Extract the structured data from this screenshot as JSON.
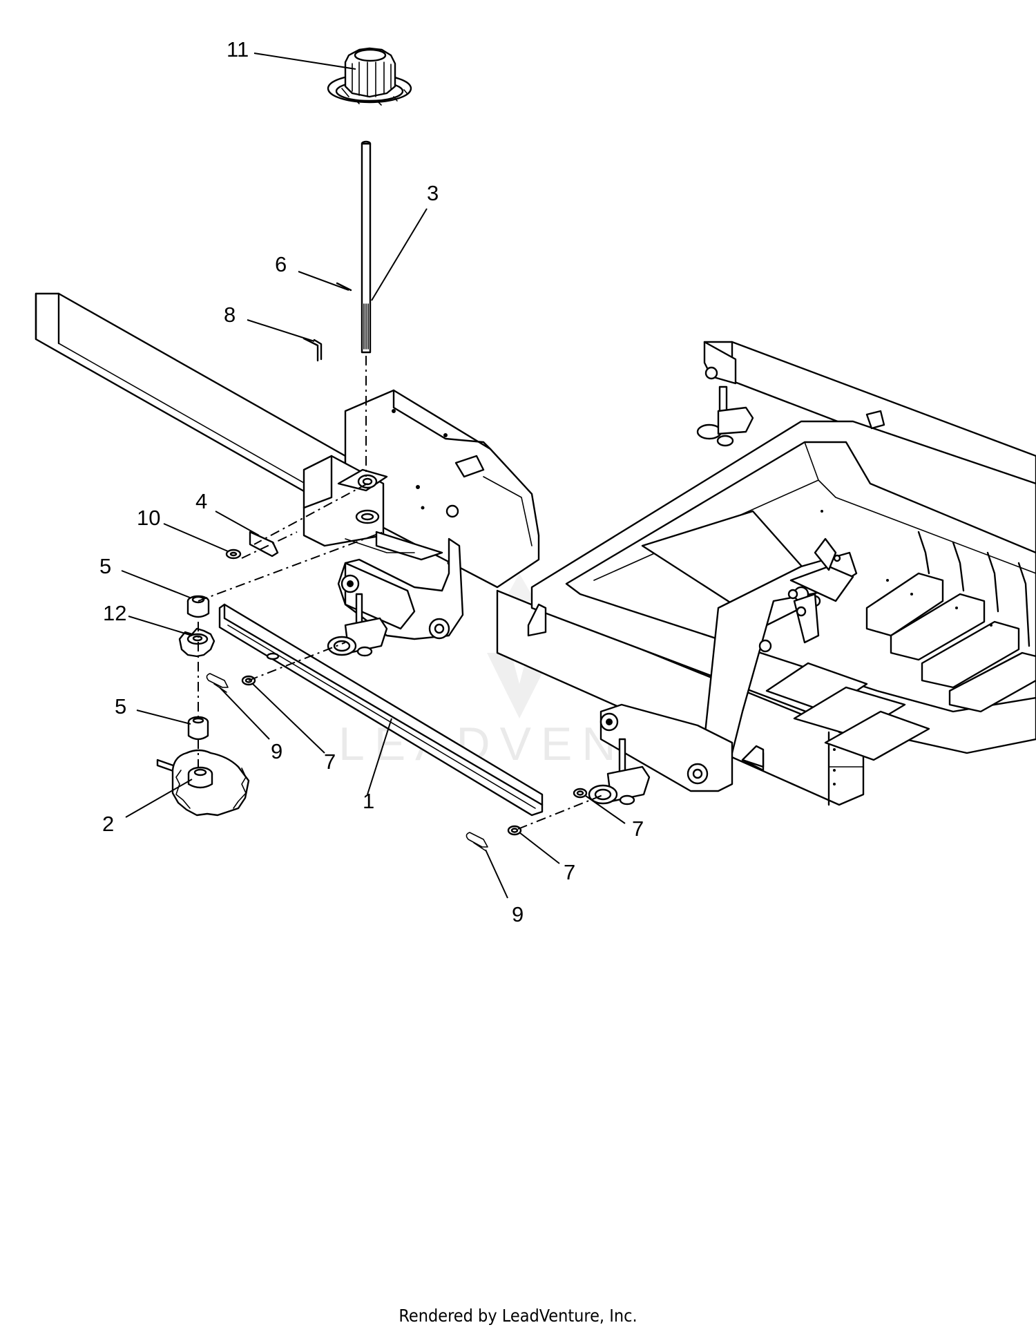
{
  "diagram": {
    "callouts": [
      {
        "id": "c11",
        "label": "11"
      },
      {
        "id": "c3",
        "label": "3"
      },
      {
        "id": "c6",
        "label": "6"
      },
      {
        "id": "c8",
        "label": "8"
      },
      {
        "id": "c4",
        "label": "4"
      },
      {
        "id": "c10",
        "label": "10"
      },
      {
        "id": "c5a",
        "label": "5"
      },
      {
        "id": "c12",
        "label": "12"
      },
      {
        "id": "c5b",
        "label": "5"
      },
      {
        "id": "c9a",
        "label": "9"
      },
      {
        "id": "c7a",
        "label": "7"
      },
      {
        "id": "c1",
        "label": "1"
      },
      {
        "id": "c2",
        "label": "2"
      },
      {
        "id": "c7b",
        "label": "7"
      },
      {
        "id": "c7c",
        "label": "7"
      },
      {
        "id": "c9b",
        "label": "9"
      }
    ],
    "watermark_text": "LEADVENTURE"
  },
  "footer": {
    "credit": "Rendered by LeadVenture, Inc."
  }
}
